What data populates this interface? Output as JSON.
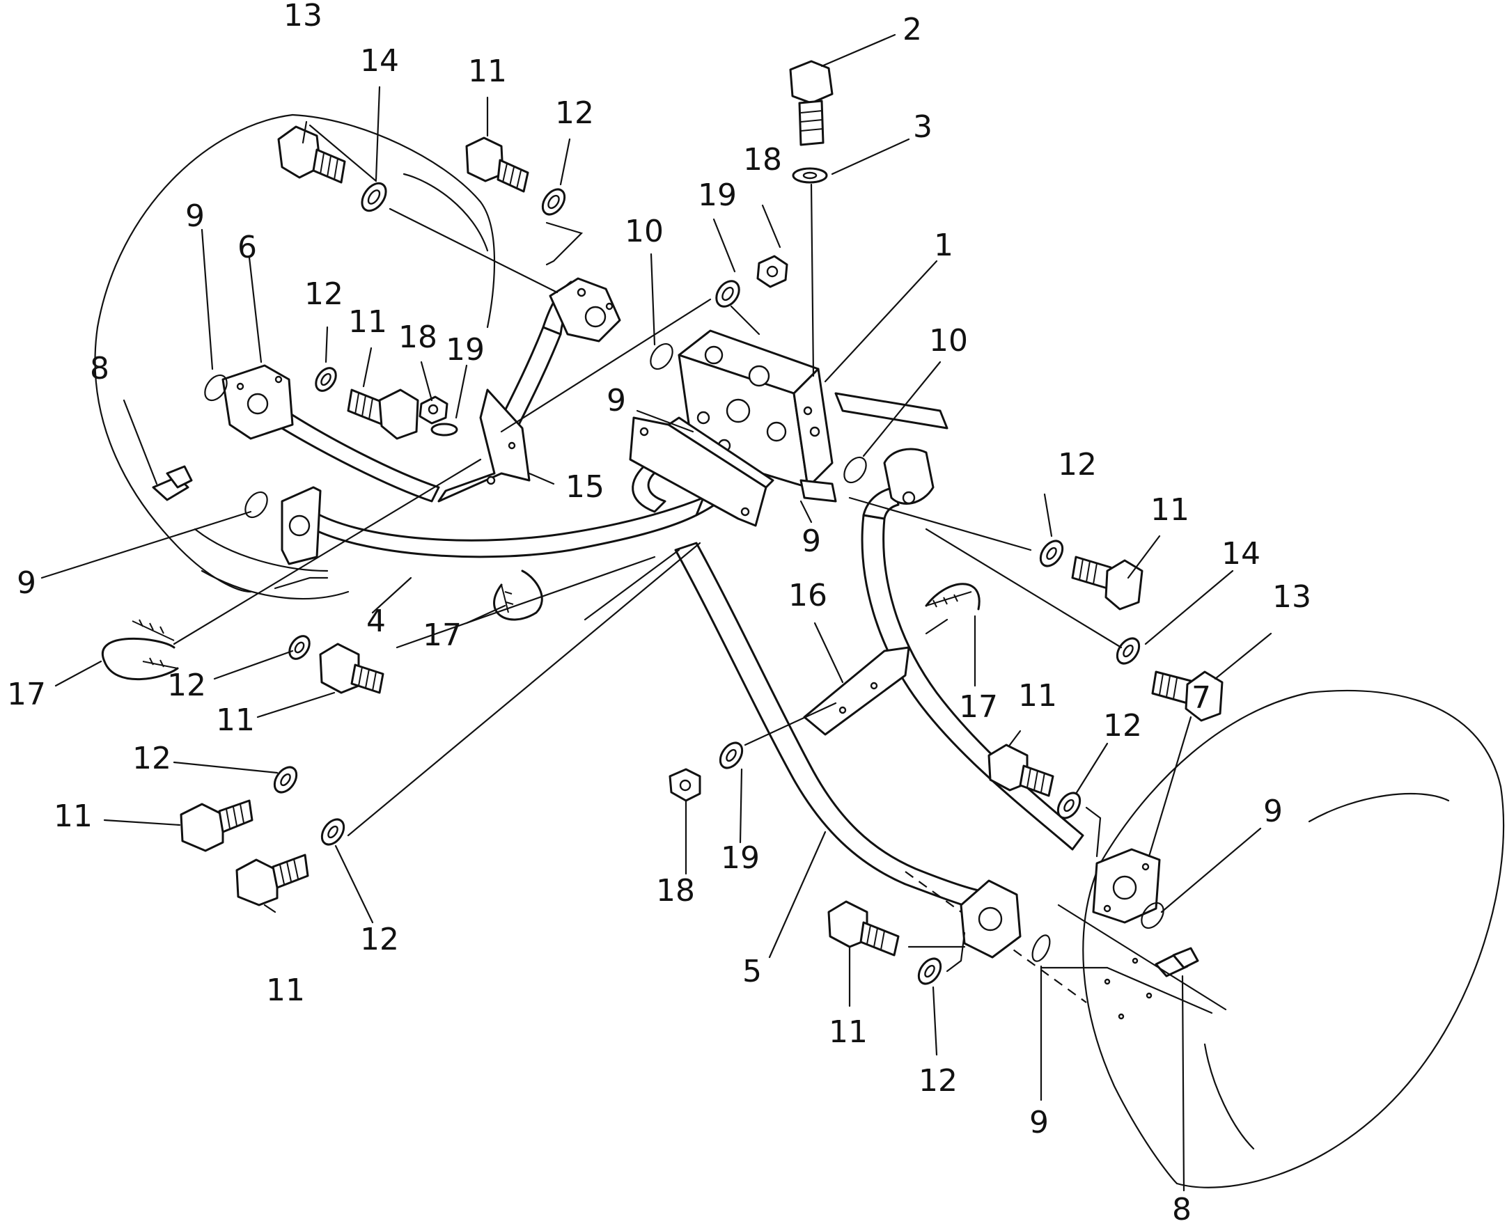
{
  "callouts": [
    {
      "id": "c-13a",
      "text": "13"
    },
    {
      "id": "c-14a",
      "text": "14"
    },
    {
      "id": "c-11a",
      "text": "11"
    },
    {
      "id": "c-12a",
      "text": "12"
    },
    {
      "id": "c-2",
      "text": "2"
    },
    {
      "id": "c-3",
      "text": "3"
    },
    {
      "id": "c-18a",
      "text": "18"
    },
    {
      "id": "c-19a",
      "text": "19"
    },
    {
      "id": "c-10a",
      "text": "10"
    },
    {
      "id": "c-1",
      "text": "1"
    },
    {
      "id": "c-9a",
      "text": "9"
    },
    {
      "id": "c-6",
      "text": "6"
    },
    {
      "id": "c-12b",
      "text": "12"
    },
    {
      "id": "c-11b",
      "text": "11"
    },
    {
      "id": "c-18b",
      "text": "18"
    },
    {
      "id": "c-19b",
      "text": "19"
    },
    {
      "id": "c-8a",
      "text": "8"
    },
    {
      "id": "c-9b",
      "text": "9"
    },
    {
      "id": "c-10b",
      "text": "10"
    },
    {
      "id": "c-15",
      "text": "15"
    },
    {
      "id": "c-9c",
      "text": "9"
    },
    {
      "id": "c-9d",
      "text": "9"
    },
    {
      "id": "c-12c",
      "text": "12"
    },
    {
      "id": "c-11c",
      "text": "11"
    },
    {
      "id": "c-14b",
      "text": "14"
    },
    {
      "id": "c-13b",
      "text": "13"
    },
    {
      "id": "c-17a",
      "text": "17"
    },
    {
      "id": "c-4",
      "text": "4"
    },
    {
      "id": "c-17b",
      "text": "17"
    },
    {
      "id": "c-16",
      "text": "16"
    },
    {
      "id": "c-17c",
      "text": "17"
    },
    {
      "id": "c-12d",
      "text": "12"
    },
    {
      "id": "c-11d",
      "text": "11"
    },
    {
      "id": "c-11e",
      "text": "11"
    },
    {
      "id": "c-12e",
      "text": "12"
    },
    {
      "id": "c-12f",
      "text": "12"
    },
    {
      "id": "c-11f",
      "text": "11"
    },
    {
      "id": "c-7",
      "text": "7"
    },
    {
      "id": "c-9e",
      "text": "9"
    },
    {
      "id": "c-12g",
      "text": "12"
    },
    {
      "id": "c-11g",
      "text": "11"
    },
    {
      "id": "c-19c",
      "text": "19"
    },
    {
      "id": "c-18c",
      "text": "18"
    },
    {
      "id": "c-5",
      "text": "5"
    },
    {
      "id": "c-11h",
      "text": "11"
    },
    {
      "id": "c-12h",
      "text": "12"
    },
    {
      "id": "c-9f",
      "text": "9"
    },
    {
      "id": "c-8b",
      "text": "8"
    }
  ]
}
